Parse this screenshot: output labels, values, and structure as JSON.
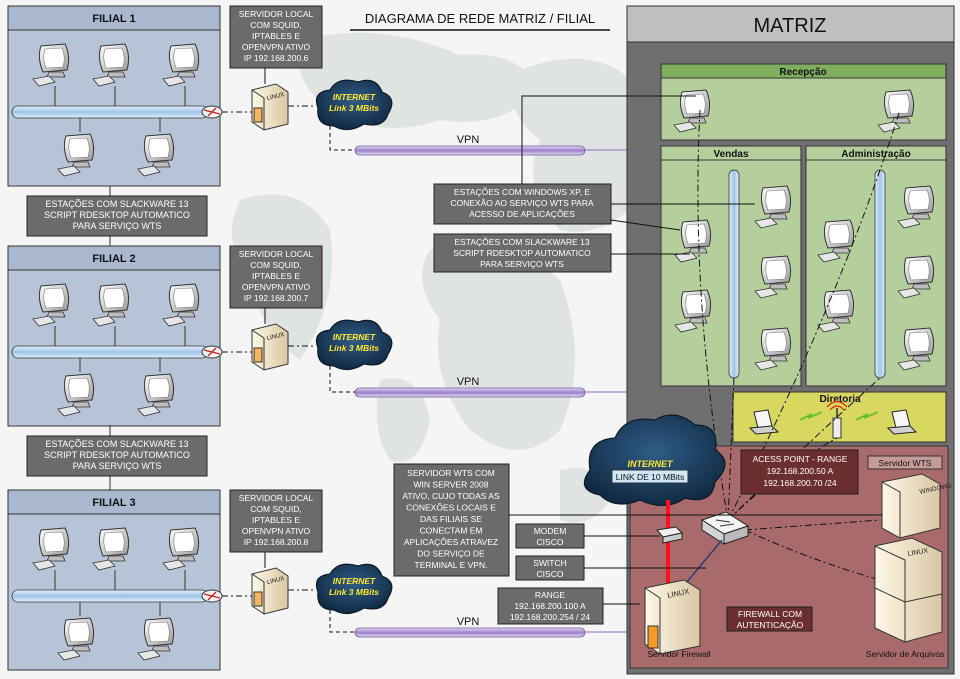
{
  "title": "DIAGRAMA DE REDE MATRIZ / FILIAL",
  "branches": [
    {
      "name": "FILIAL 1",
      "server_note": [
        "SERVIDOR LOCAL",
        "COM SQUID,",
        "IPTABLES E",
        "OPENVPN ATIVO",
        "IP 192.168.200.6"
      ],
      "internet": [
        "INTERNET",
        "Link 3 MBits"
      ],
      "vpn": "VPN",
      "server_os": "LINUX"
    },
    {
      "name": "FILIAL 2",
      "server_note": [
        "SERVIDOR LOCAL",
        "COM SQUID,",
        "IPTABLES E",
        "OPENVPN ATIVO",
        "IP 192.168.200.7"
      ],
      "internet": [
        "INTERNET",
        "Link 3 MBits"
      ],
      "vpn": "VPN",
      "server_os": "LINUX"
    },
    {
      "name": "FILIAL 3",
      "server_note": [
        "SERVIDOR LOCAL",
        "COM SQUID,",
        "IPTABLES E",
        "OPENVPN ATIVO",
        "IP 192.168.200.8"
      ],
      "internet": [
        "INTERNET",
        "Link 3 MBits"
      ],
      "vpn": "VPN",
      "server_os": "LINUX"
    }
  ],
  "slackware_note_1": [
    "ESTAÇÕES COM SLACKWARE 13",
    "SCRIPT  RDESKTOP AUTOMATICO",
    "PARA SERVIÇO WTS"
  ],
  "slackware_note_2": [
    "ESTAÇÕES COM SLACKWARE 13",
    "SCRIPT  RDESKTOP AUTOMATICO",
    "PARA SERVIÇO WTS"
  ],
  "center_note_xp": [
    "ESTAÇÕES COM WINDOWS XP, E",
    "CONEXÃO AO SERVIÇO WTS PARA",
    "ACESSO DE APLICAÇÕES"
  ],
  "center_note_slack": [
    "ESTAÇÕES COM SLACKWARE 13",
    "SCRIPT  RDESKTOP AUTOMATICO",
    "PARA SERVIÇO WTS"
  ],
  "matriz": {
    "title": "MATRIZ",
    "recepcao": "Recepção",
    "vendas": "Vendas",
    "administracao": "Administração",
    "diretoria": "Diretoria",
    "internet": [
      "INTERNET",
      "LINK DE 10 MBits"
    ],
    "access_point": [
      "ACESS POINT - RANGE",
      "192.168.200.50 A",
      "192.168.200.70 /24"
    ],
    "server_wts": "Servidor WTS",
    "server_wts_os": "WINDOWS",
    "server_files": "Servidor de Arquivos",
    "server_files_os": "LINUX",
    "server_firewall": "Servidor Firewall",
    "server_firewall_os": "LINUX",
    "firewall_note": [
      "FIREWALL COM",
      "AUTENTICAÇÃO"
    ]
  },
  "wts_note": [
    "SERVIDOR WTS COM",
    "WIN SERVER 2008",
    "ATIVO, CUJO TODAS AS",
    "CONEXÕES LOCAIS E",
    "DAS FILIAIS SE",
    "CONECTAM EM",
    "APLICAÇÕES ATRAVEZ",
    "DO SERVIÇO DE",
    "TERMINAL E VPN."
  ],
  "modem_note": [
    "MODEM",
    "CISCO"
  ],
  "switch_note": [
    "SWITCH",
    "CISCO"
  ],
  "range_note": [
    "RANGE",
    "192.168.200.100 A",
    "192.168.200.254 / 24"
  ],
  "colors": {
    "filial_bg": "#b7c4d8",
    "matriz_bg": "#6f6f6f",
    "green_room": "#b5cf9c",
    "diretoria": "#d8d860",
    "server_room": "#a86a6a",
    "note_bg": "#6b6b6b",
    "cloud": "#1d3e5e",
    "vpn": "#9a7fc9"
  }
}
